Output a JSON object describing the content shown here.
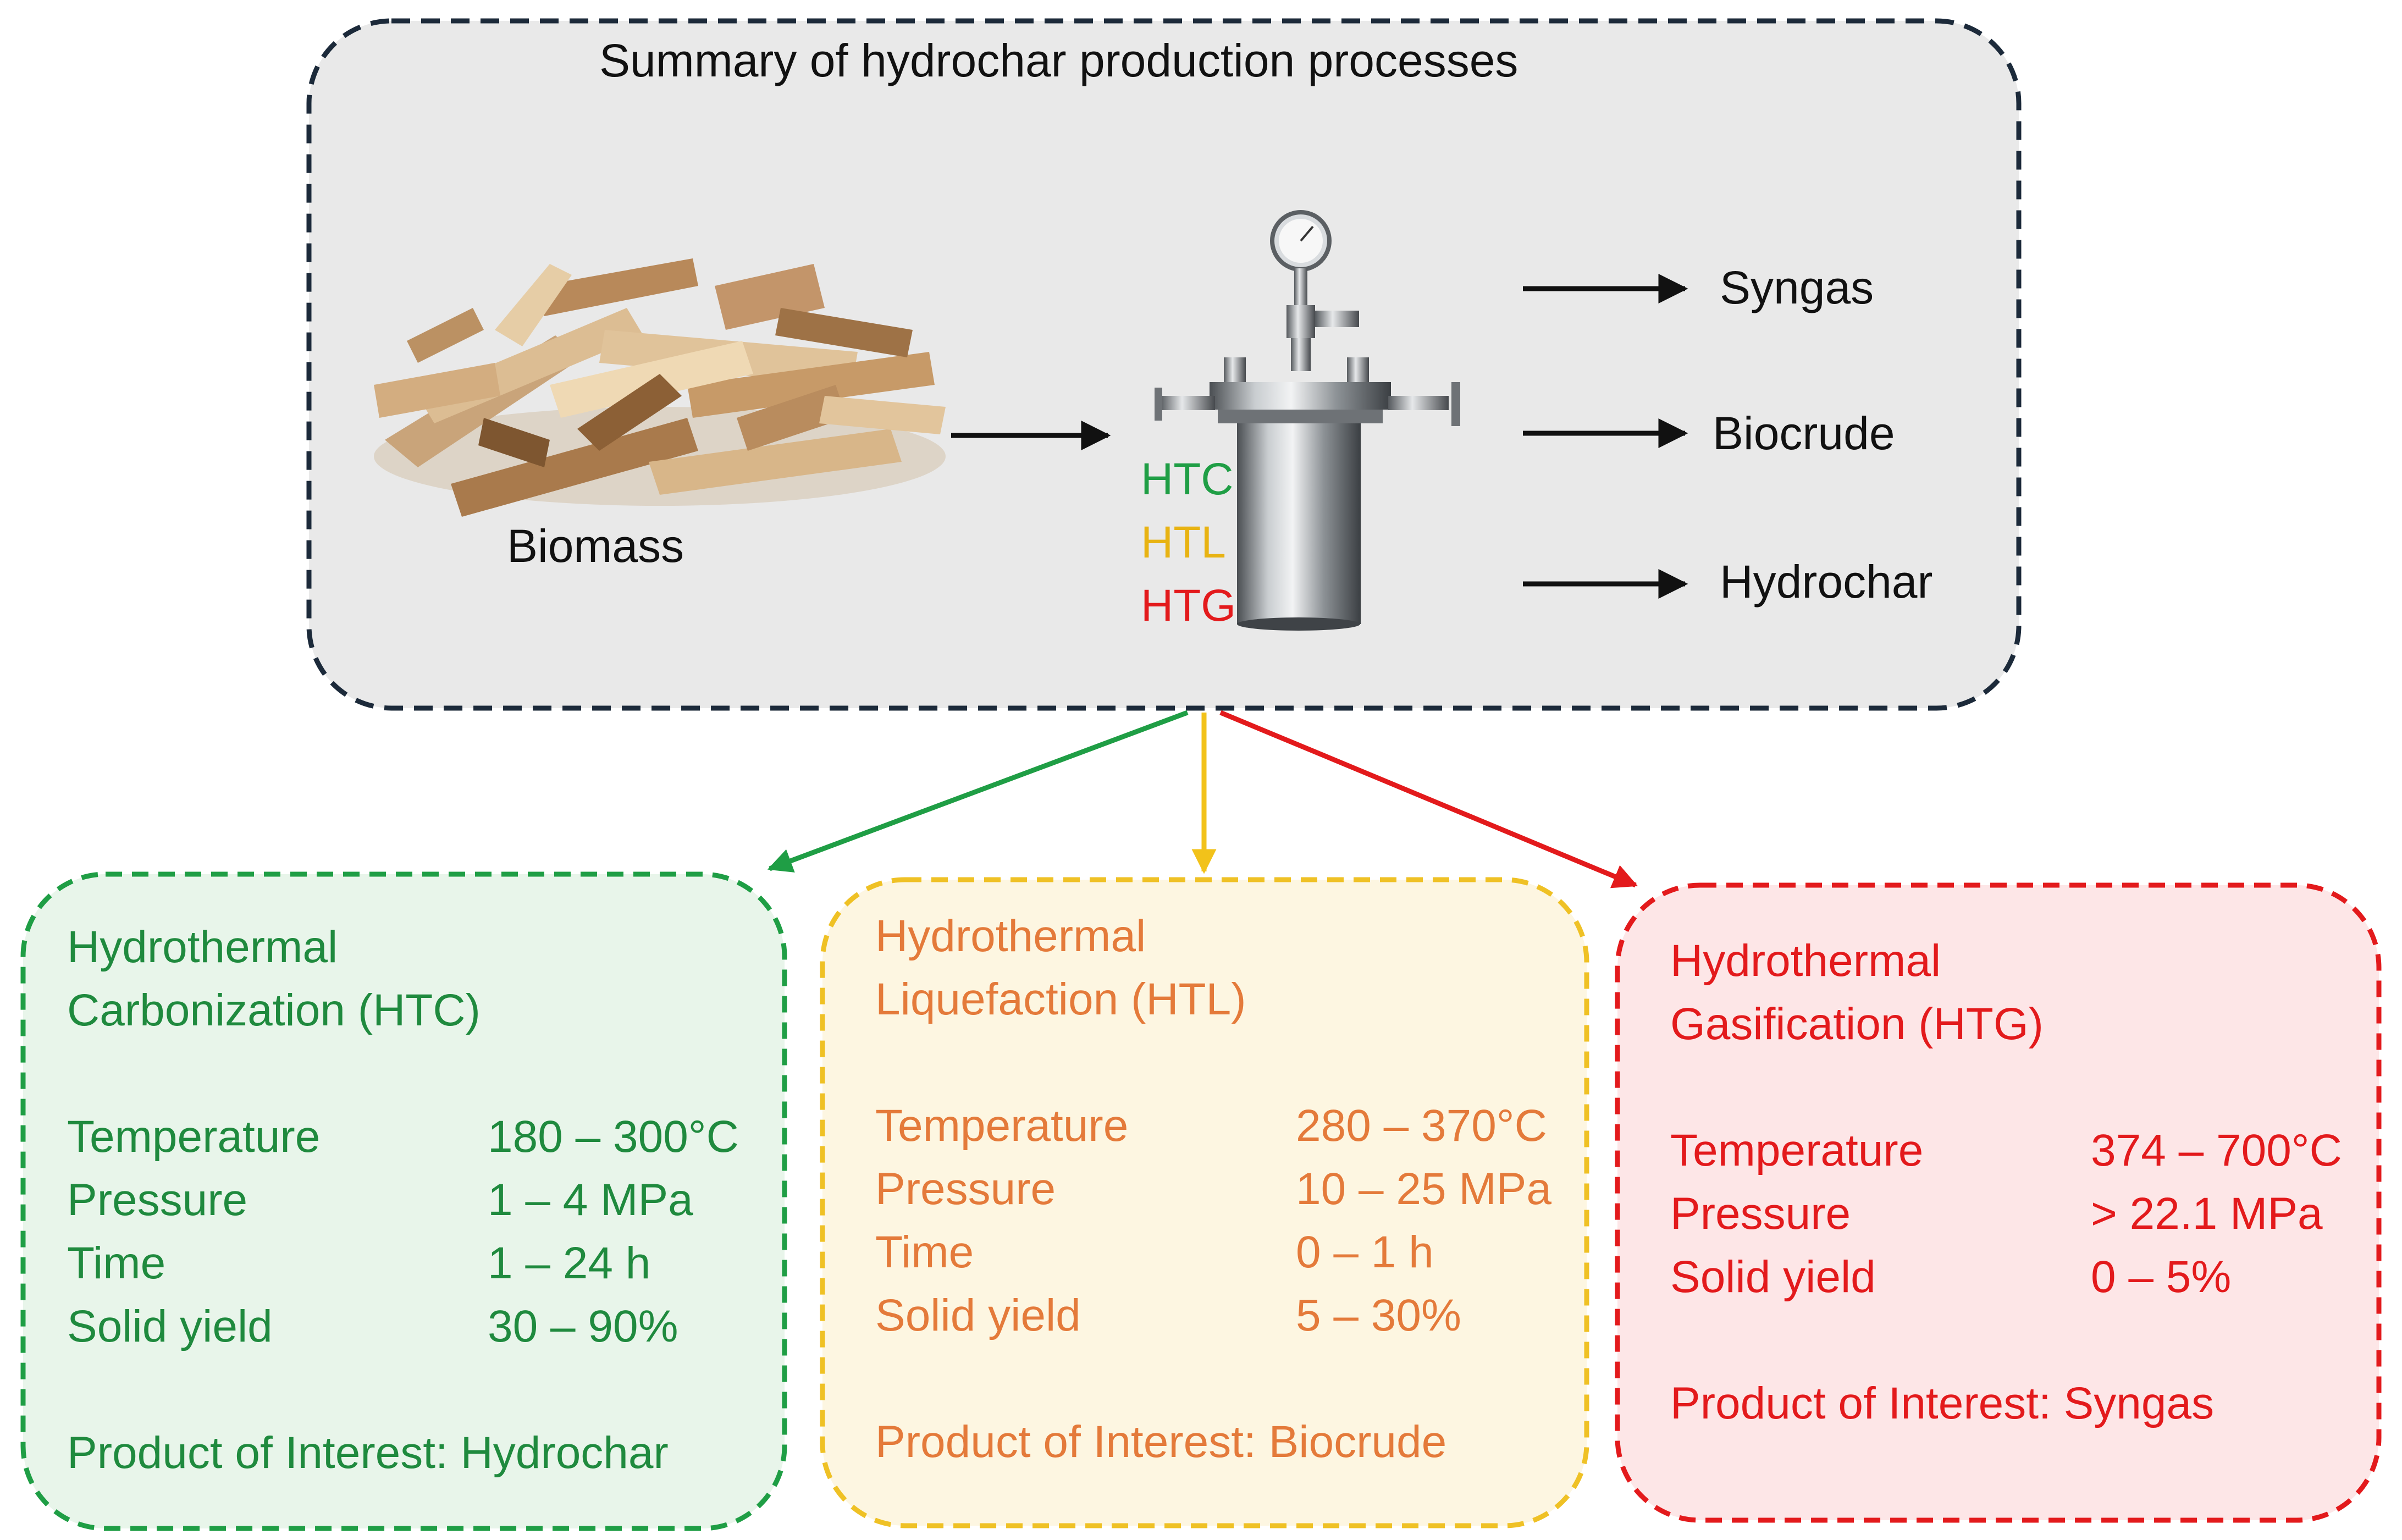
{
  "summary": {
    "title": "Summary of hydrochar production processes",
    "biomass_label": "Biomass",
    "processes": [
      {
        "label": "HTC",
        "color": "#1f9e45"
      },
      {
        "label": "HTL",
        "color": "#e8b312"
      },
      {
        "label": "HTG",
        "color": "#e31a1c"
      }
    ],
    "products": [
      "Syngas",
      "Biocrude",
      "Hydrochar"
    ]
  },
  "cards": [
    {
      "title_line1": "Hydrothermal",
      "title_line2": "Carbonization (HTC)",
      "color": "#1f8a3e",
      "rows": [
        {
          "label": "Temperature",
          "value": "180 – 300°C"
        },
        {
          "label": "Pressure",
          "value": "1 – 4 MPa"
        },
        {
          "label": "Time",
          "value": "1 – 24 h"
        },
        {
          "label": "Solid yield",
          "value": "30 – 90%"
        }
      ],
      "product": "Product of Interest: Hydrochar"
    },
    {
      "title_line1": "Hydrothermal",
      "title_line2": "Liquefaction (HTL)",
      "color": "#e47a3a",
      "rows": [
        {
          "label": "Temperature",
          "value": "280 – 370°C"
        },
        {
          "label": "Pressure",
          "value": "10 – 25 MPa"
        },
        {
          "label": "Time",
          "value": "0 – 1 h"
        },
        {
          "label": "Solid yield",
          "value": "5 – 30%"
        }
      ],
      "product": "Product of Interest: Biocrude"
    },
    {
      "title_line1": "Hydrothermal",
      "title_line2": "Gasification (HTG)",
      "color": "#e31a1c",
      "rows": [
        {
          "label": "Temperature",
          "value": "374 – 700°C"
        },
        {
          "label": "Pressure",
          "value": "> 22.1 MPa"
        },
        {
          "label": "Solid yield",
          "value": "0 – 5%"
        }
      ],
      "product": "Product of Interest: Syngas"
    }
  ]
}
